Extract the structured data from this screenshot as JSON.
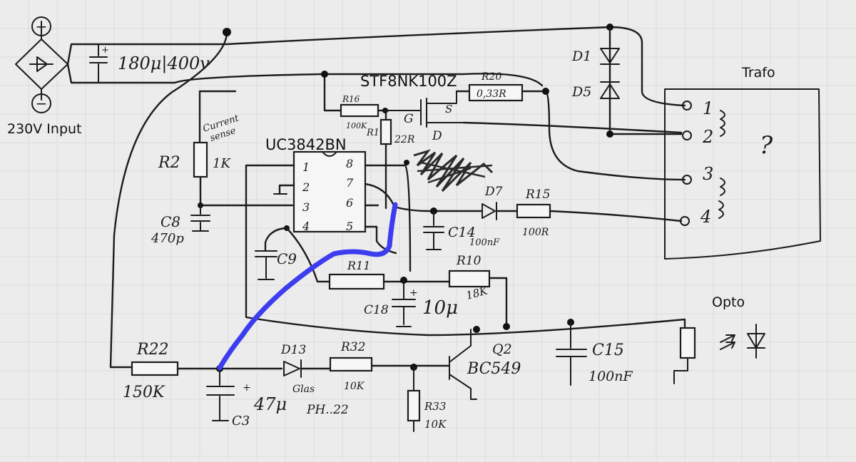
{
  "title_ic": "UC3842BN",
  "mosfet": "STF8NK100Z",
  "input_label": "230V Input",
  "trafo_label": "Trafo",
  "opto_label": "Opto",
  "plus_sign": "+",
  "minus_sign": "−",
  "input_cap": "180μ|400v",
  "current_sense": [
    "Current",
    "sense"
  ],
  "r2": {
    "name": "R2",
    "value": "1K"
  },
  "c8": {
    "name": "C8",
    "value": "470p"
  },
  "c9": "C9",
  "r16": {
    "name": "R16",
    "value": "100K"
  },
  "r1": {
    "name": "R1",
    "value": "22R"
  },
  "r20": {
    "name": "R20",
    "value": "0,33R"
  },
  "gate": "G",
  "source": "S",
  "drain": "D",
  "d1": "D1",
  "d5": "D5",
  "d7": "D7",
  "r15": {
    "name": "R15",
    "value": "100R"
  },
  "c14": {
    "name": "C14",
    "value": "100nF"
  },
  "r11": "R11",
  "r10": {
    "name": "R10",
    "value": "18K"
  },
  "c18": {
    "name": "C18",
    "value": "10μ"
  },
  "r22": {
    "name": "R22",
    "value": "150K"
  },
  "d13": {
    "name": "D13",
    "note": "Glas"
  },
  "r32": {
    "name": "R32",
    "value": "10K"
  },
  "c3": {
    "name": "C3",
    "value": "47μ",
    "note": "PH..22"
  },
  "q2": {
    "name": "Q2",
    "part": "BC549"
  },
  "r33": {
    "name": "R33",
    "value": "10K"
  },
  "c15": {
    "name": "C15",
    "value": "100nF"
  },
  "question_mark": "?",
  "pins": [
    "1",
    "2",
    "3",
    "4",
    "5",
    "6",
    "7",
    "8"
  ],
  "trafo_pins": [
    "1",
    "2",
    "3",
    "4"
  ],
  "highlight_color": "#3d3df0"
}
